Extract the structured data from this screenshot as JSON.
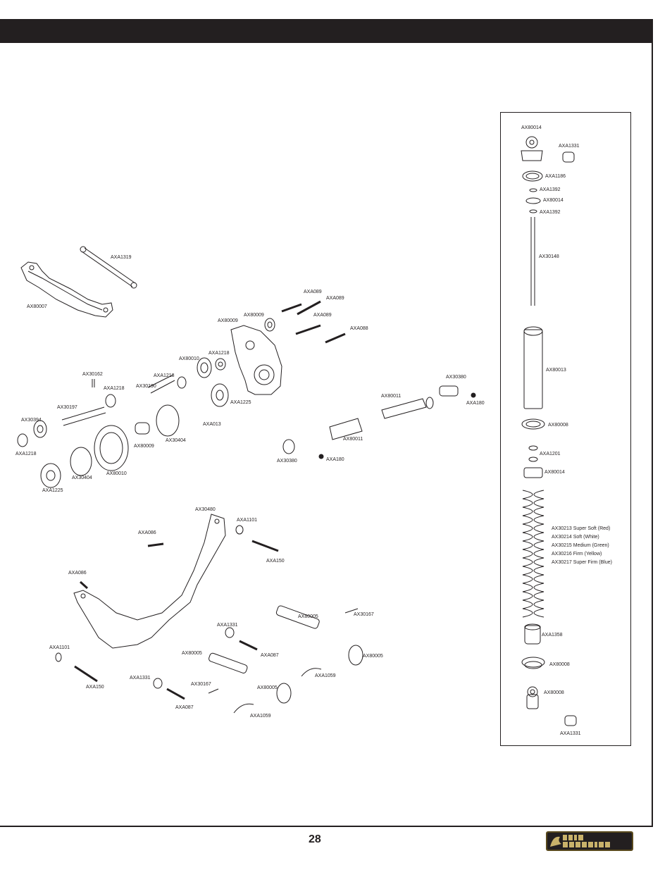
{
  "page": {
    "number": "28"
  },
  "logo": {
    "name": "axial-ax10-scorpion-logo",
    "text": "AX10 SCORPION"
  },
  "colors": {
    "ink": "#231f20",
    "paper": "#ffffff"
  },
  "labels": {
    "l01": "AXA1319",
    "l02": "AX80007",
    "l03": "AXA089",
    "l04": "AXA089",
    "l05": "AX80009",
    "l06": "AX80009",
    "l07": "AXA089",
    "l08": "AXA088",
    "l09": "AXA1218",
    "l10": "AX80010",
    "l11": "AXA1218",
    "l12": "AX30190",
    "l13": "AX30162",
    "l14": "AXA1218",
    "l15": "AX30197",
    "l16": "AXA1225",
    "l17": "AXA013",
    "l18": "AX30404",
    "l19": "AX80009",
    "l20": "AX30394",
    "l21": "AXA1218",
    "l22": "AXA1225",
    "l23": "AX30404",
    "l24": "AX80010",
    "l25": "AX30380",
    "l26": "AX80011",
    "l27": "AXA180",
    "l28": "AX80011",
    "l29": "AX30380",
    "l30": "AXA180",
    "l31": "AX30480",
    "l32": "AXA1101",
    "l33": "AXA086",
    "l34": "AXA150",
    "l35": "AXA086",
    "l36": "AX30167",
    "l37": "AX80005",
    "l38": "AXA1331",
    "l39": "AXA087",
    "l40": "AXA1101",
    "l41": "AX80005",
    "l42": "AX80005",
    "l43": "AXA1059",
    "l44": "AXA150",
    "l45": "AXA1331",
    "l46": "AX30167",
    "l47": "AX80005",
    "l48": "AXA087",
    "l49": "AXA1059"
  },
  "shock_labels": {
    "s01": "AX80014",
    "s02": "AXA1331",
    "s03": "AXA1186",
    "s04": "AXA1392",
    "s05": "AX80014",
    "s06": "AXA1392",
    "s07": "AX30148",
    "s08": "AX80013",
    "s09": "AX80008",
    "s10": "AXA1201",
    "s11": "AX80014",
    "s12": "AX30213 Super Soft (Red)",
    "s13": "AX30214 Soft (White)",
    "s14": "AX30215 Medium (Green)",
    "s15": "AX30216 Firm (Yellow)",
    "s16": "AX30217 Super Firm (Blue)",
    "s17": "AXA1358",
    "s18": "AX80008",
    "s19": "AX80008",
    "s20": "AXA1331"
  }
}
